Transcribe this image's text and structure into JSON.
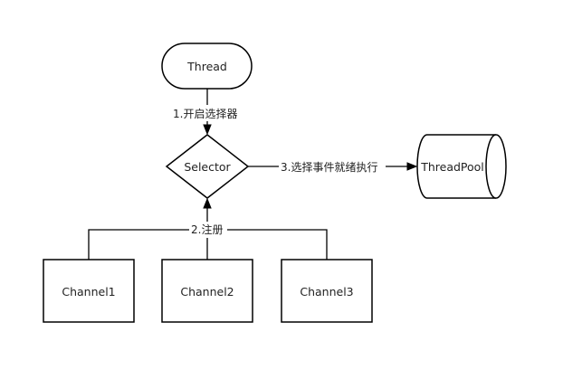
{
  "nodes": {
    "thread": "Thread",
    "selector": "Selector",
    "threadpool": "ThreadPool",
    "channel1": "Channel1",
    "channel2": "Channel2",
    "channel3": "Channel3"
  },
  "edges": {
    "open_selector": "1.开启选择器",
    "register": "2.注册",
    "dispatch": "3.选择事件就绪执行"
  }
}
